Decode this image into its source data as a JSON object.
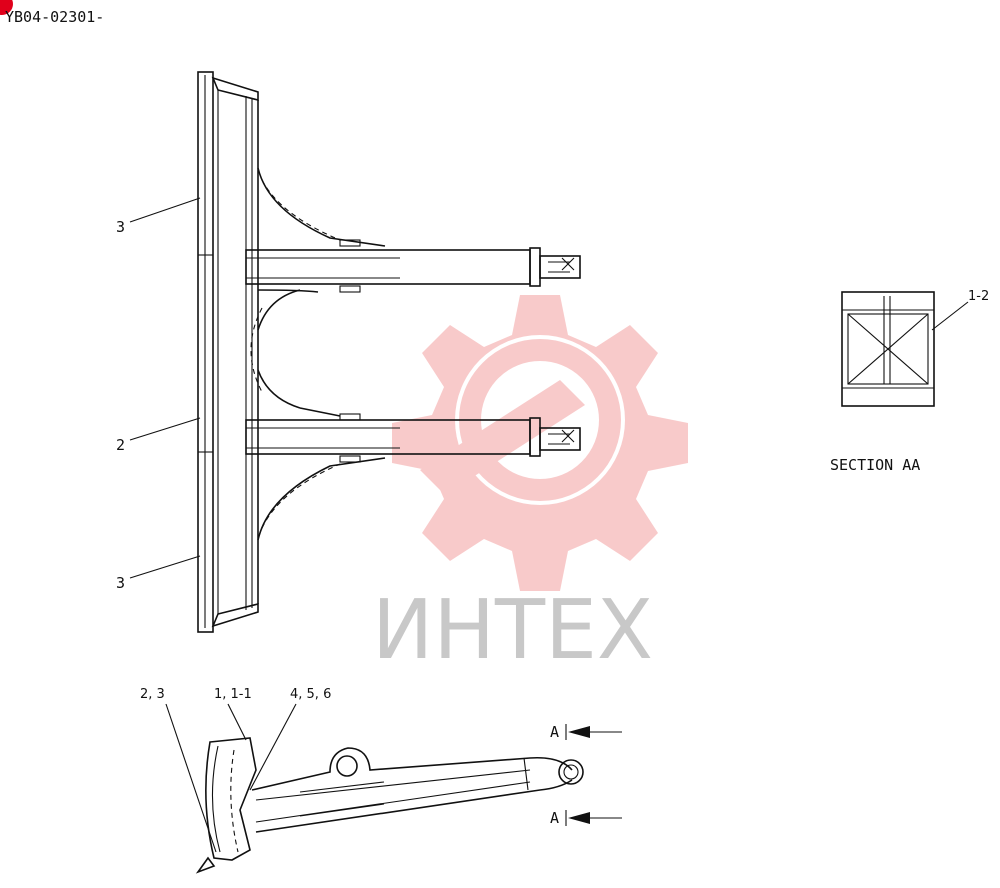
{
  "header": {
    "doc_code": "YB04-02301-"
  },
  "watermark": {
    "text": "ИНТЕХ",
    "color": "#f6b8b8"
  },
  "top_view": {
    "callouts": [
      {
        "id": "callout-3-top",
        "text": "3"
      },
      {
        "id": "callout-2",
        "text": "2"
      },
      {
        "id": "callout-3-bottom",
        "text": "3"
      }
    ]
  },
  "section": {
    "callout": "1-2",
    "caption": "SECTION AA"
  },
  "side_view": {
    "callouts": [
      {
        "id": "callout-2-3",
        "text": "2, 3"
      },
      {
        "id": "callout-1",
        "text": "1, 1-1"
      },
      {
        "id": "callout-4-5-6",
        "text": "4, 5, 6"
      }
    ],
    "section_marks": [
      "A",
      "A"
    ]
  },
  "colors": {
    "line": "#111111",
    "watermark_gear": "#f6b8b8",
    "watermark_text": "#c8c8c8",
    "badge": "#e0001b"
  }
}
